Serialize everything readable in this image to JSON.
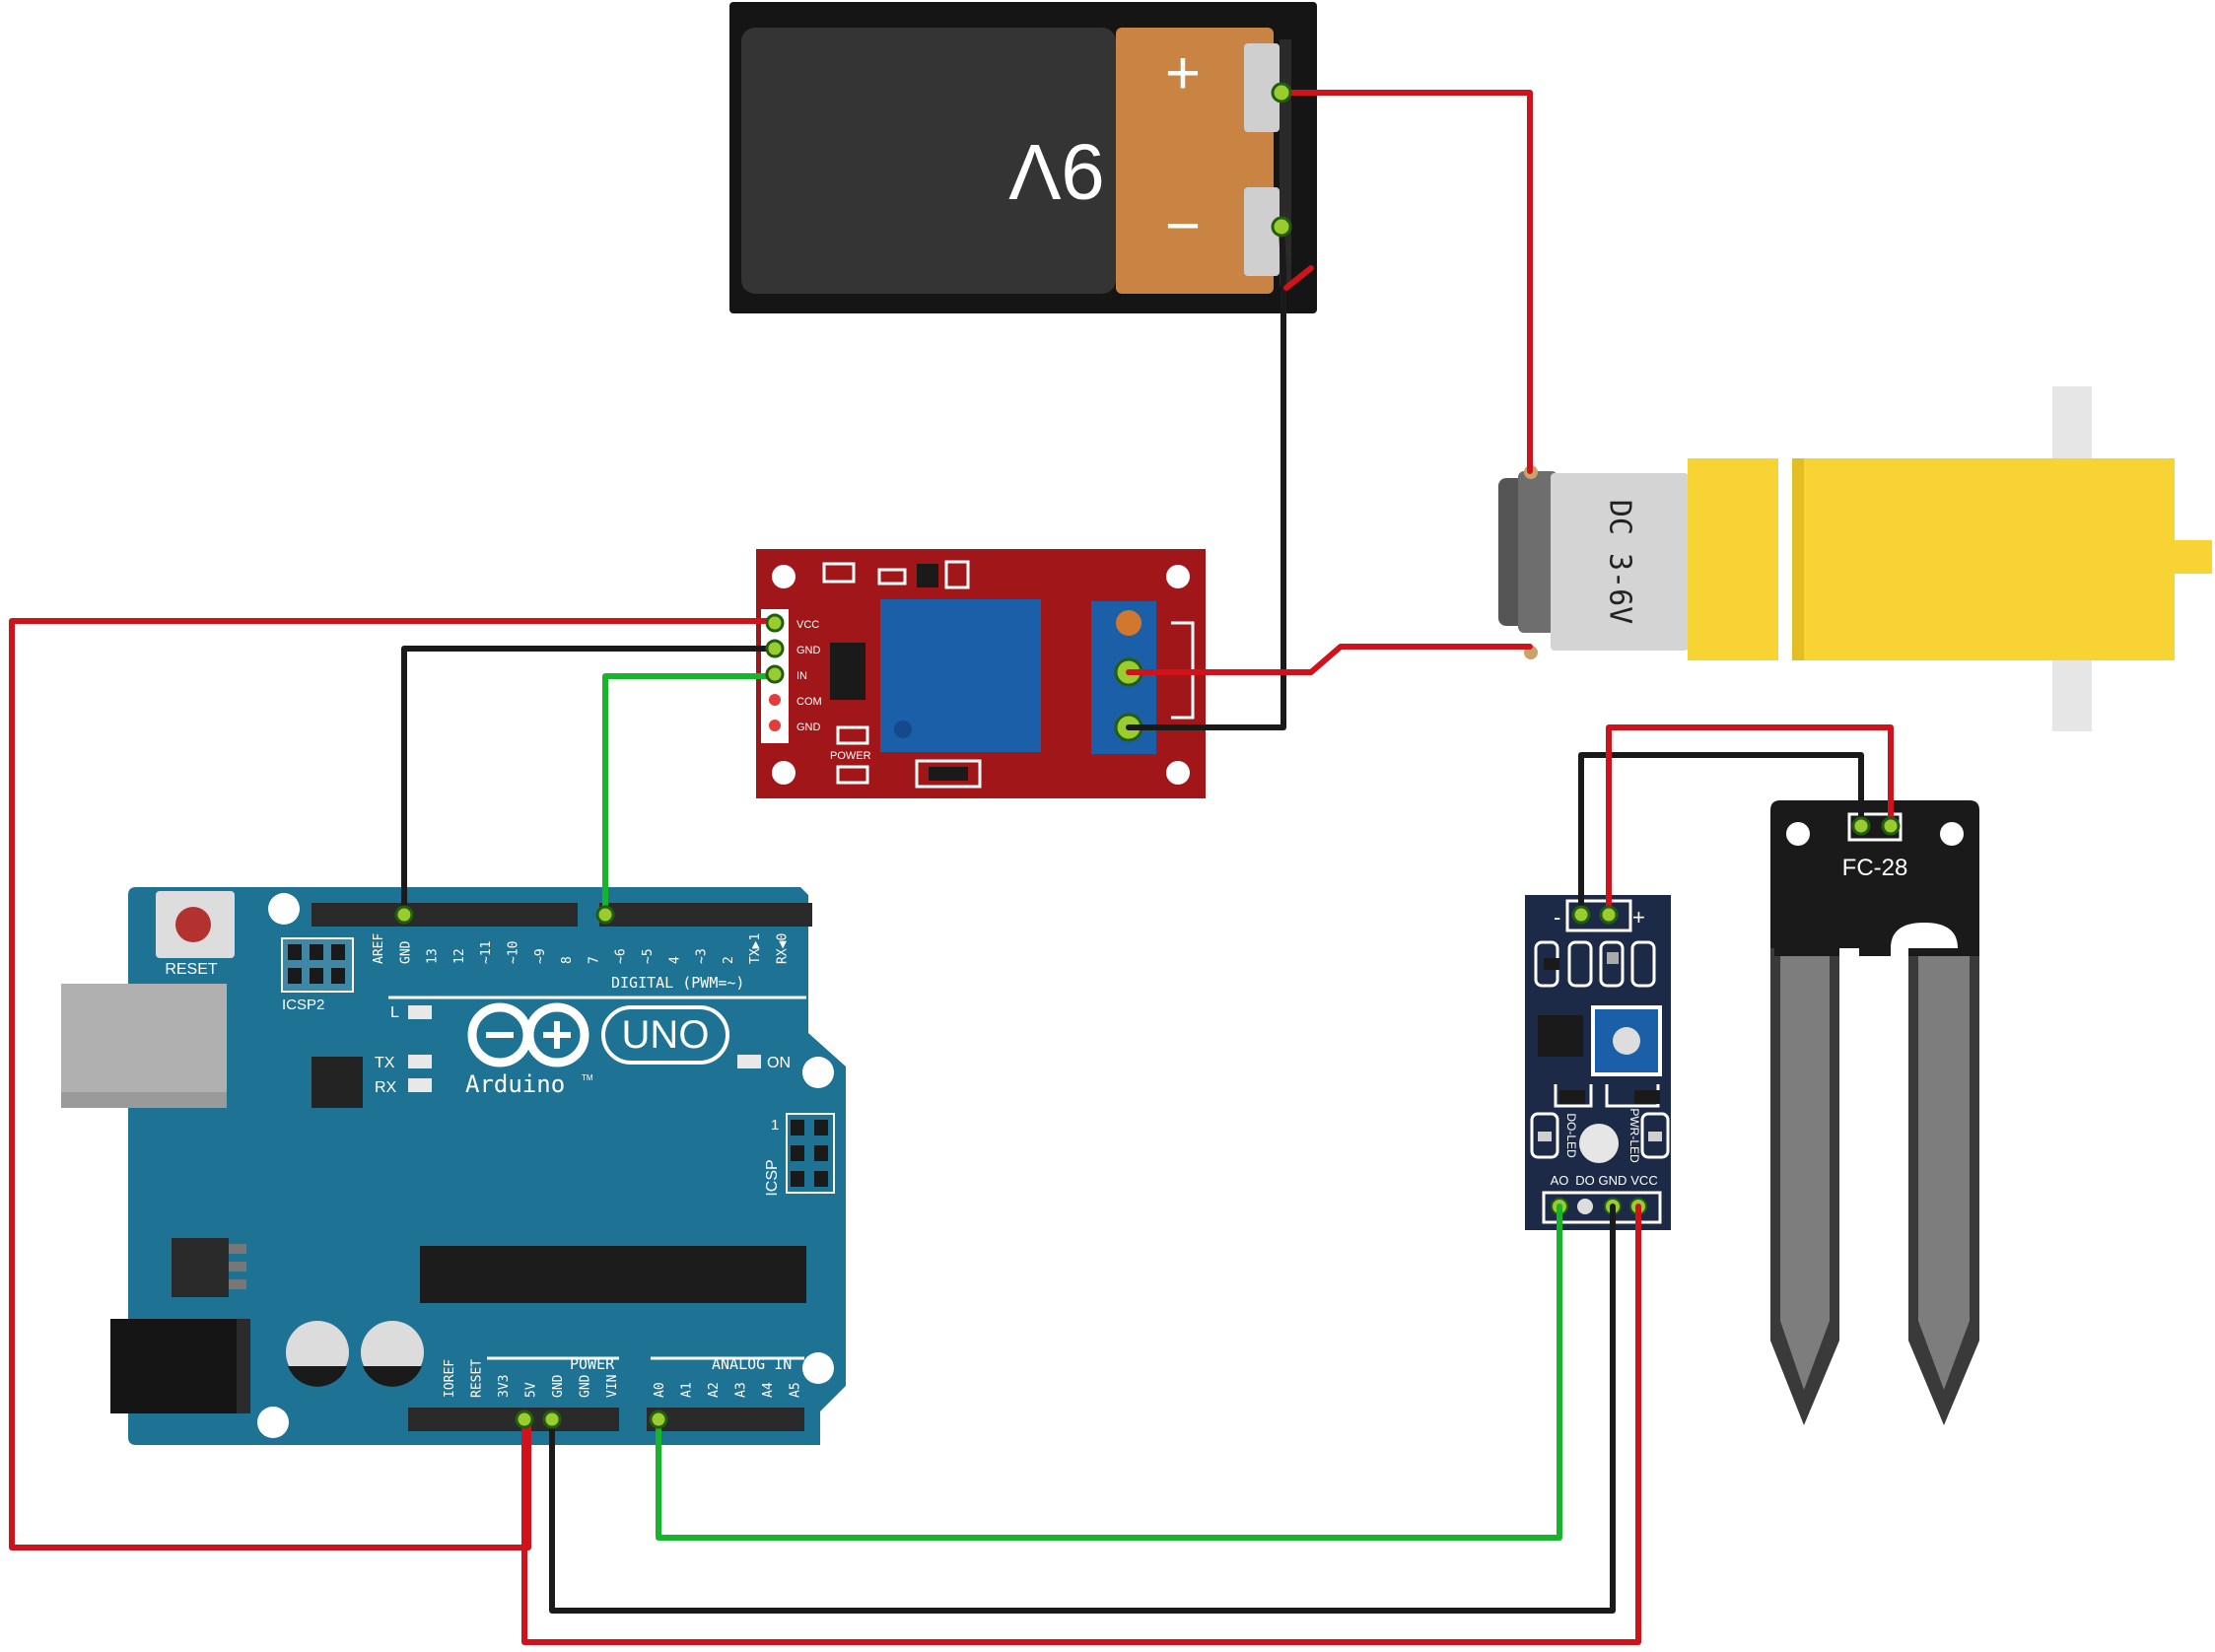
{
  "battery": {
    "label": "9V",
    "plus": "+",
    "minus": "−"
  },
  "motor": {
    "label": "DC 3-6V"
  },
  "relay": {
    "pins": [
      "VCC",
      "GND",
      "IN",
      "COM",
      "GND"
    ],
    "power_label": "POWER"
  },
  "arduino": {
    "reset": "RESET",
    "icsp2": "ICSP2",
    "icsp": "ICSP",
    "icsp_pin1": "1",
    "l_led": "L",
    "tx": "TX",
    "rx": "RX",
    "on": "ON",
    "brand": "Arduino",
    "model": "UNO",
    "tm": "TM",
    "digital_label": "DIGITAL (PWM=~)",
    "digital_pins": [
      "AREF",
      "GND",
      "13",
      "12",
      "~11",
      "~10",
      "~9",
      "8",
      "7",
      "~6",
      "~5",
      "4",
      "~3",
      "2",
      "TX▶1",
      "RX◀0"
    ],
    "power_header_label": "POWER",
    "power_pins": [
      "IOREF",
      "RESET",
      "3V3",
      "5V",
      "GND",
      "GND",
      "VIN"
    ],
    "analog_label": "ANALOG IN",
    "analog_pins": [
      "A0",
      "A1",
      "A2",
      "A3",
      "A4",
      "A5"
    ]
  },
  "sensor_module": {
    "minus": "-",
    "plus": "+",
    "do_led": "DO-LED",
    "pwr_led": "PWR-LED",
    "pins": [
      "AO",
      "DO",
      "GND",
      "VCC"
    ]
  },
  "probe": {
    "label": "FC-28"
  },
  "colors": {
    "wire_red": "#d0121b",
    "wire_black": "#1a1a1a",
    "wire_green": "#17b52a",
    "arduino_board": "#1e7394",
    "relay_board": "#a01619",
    "sensor_board": "#1c2a47",
    "motor_yellow": "#f7d334",
    "battery_orange": "#c98343"
  }
}
